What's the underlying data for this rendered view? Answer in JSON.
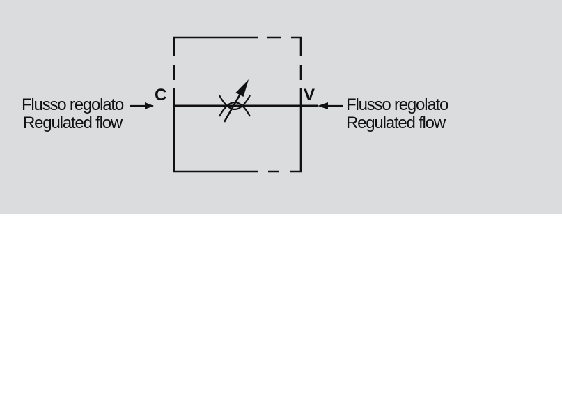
{
  "colors": {
    "panel_bg": "#dbdcde",
    "ink": "#111111",
    "page_bg": "#ffffff"
  },
  "diagram": {
    "title": "flow-regulator-valve-schematic",
    "left_label": {
      "line1": "Flusso regolato",
      "line2": "Regulated flow"
    },
    "right_label": {
      "line1": "Flusso regolato",
      "line2": "Regulated flow"
    },
    "port_left": "C",
    "port_right": "V",
    "icons": [
      "dashed-valve-envelope",
      "flow-line",
      "throttle-restriction-arcs",
      "adjustability-arrow-icon",
      "left-flow-arrow-icon",
      "right-flow-arrow-icon"
    ]
  }
}
